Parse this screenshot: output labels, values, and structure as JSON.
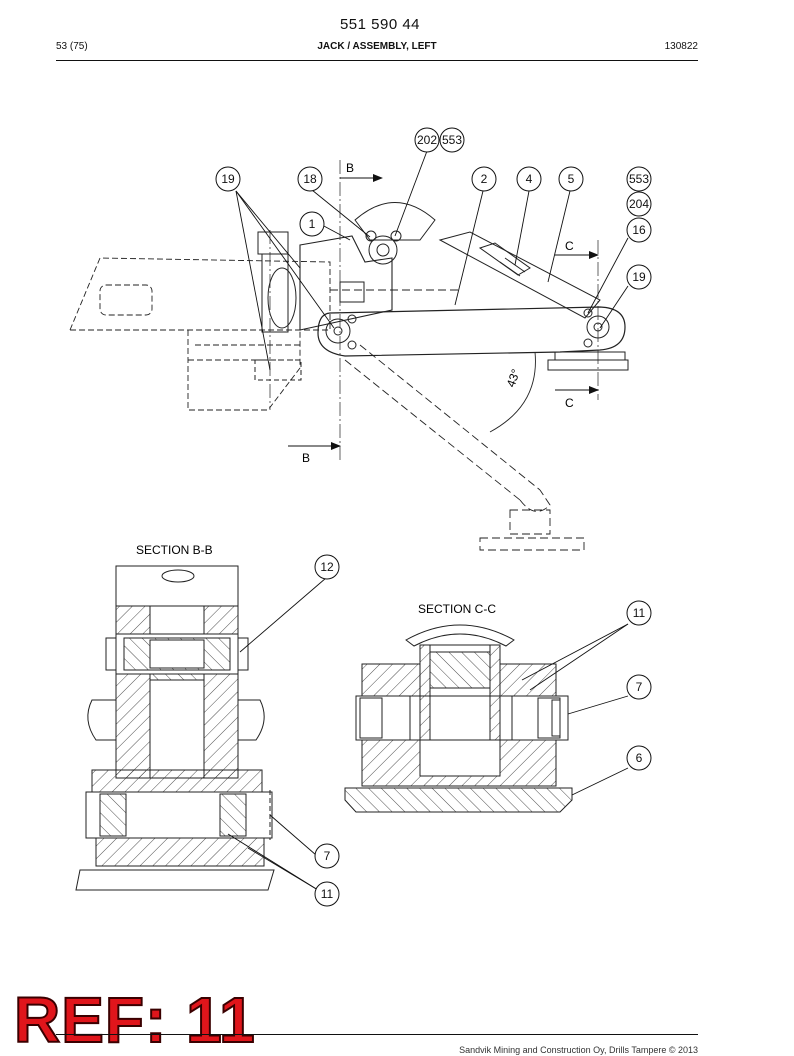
{
  "header": {
    "doc_number": "551 590 44",
    "page_count": "53 (75)",
    "title": "JACK / ASSEMBLY, LEFT",
    "revision": "130822"
  },
  "drawing": {
    "callouts": {
      "c202": "202",
      "c553a": "553",
      "c19a": "19",
      "c18": "18",
      "c2": "2",
      "c4": "4",
      "c5": "5",
      "c553b": "553",
      "c204": "204",
      "c1": "1",
      "c16": "16",
      "c19b": "19",
      "c12": "12",
      "c11a": "11",
      "c7a": "7",
      "c6": "6",
      "c7b": "7",
      "c11b": "11"
    },
    "section_markers": {
      "b_top": "B",
      "b_bottom": "B",
      "c_top": "C",
      "c_bottom": "C"
    },
    "angle_label": "43°",
    "section_bb_title": "SECTION B-B",
    "section_cc_title": "SECTION C-C"
  },
  "stamp": {
    "text": "REF: 11"
  },
  "footer": {
    "text": "Sandvik Mining and Construction Oy, Drills Tampere © 2013"
  }
}
